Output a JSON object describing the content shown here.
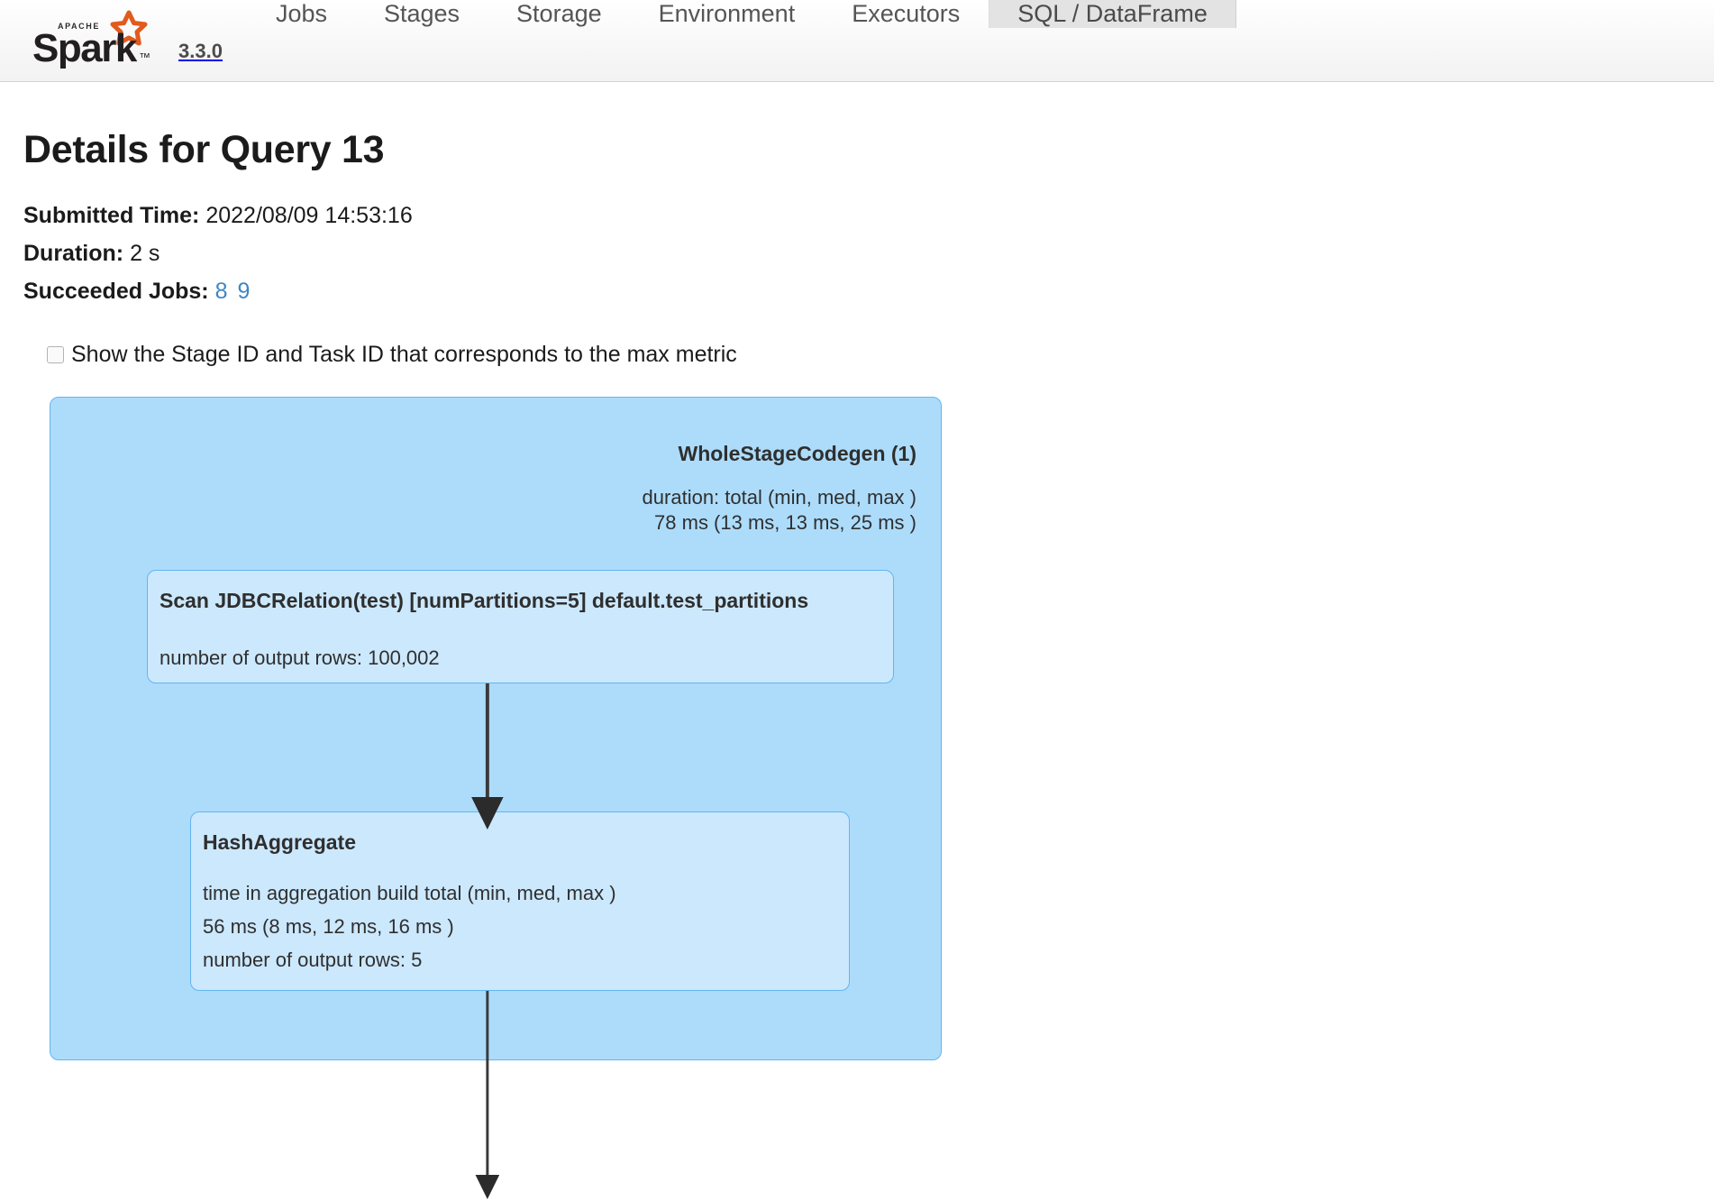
{
  "navbar": {
    "brand_alt": "Apache Spark",
    "version": "3.3.0",
    "tabs": [
      {
        "label": "Jobs",
        "active": false
      },
      {
        "label": "Stages",
        "active": false
      },
      {
        "label": "Storage",
        "active": false
      },
      {
        "label": "Environment",
        "active": false
      },
      {
        "label": "Executors",
        "active": false
      },
      {
        "label": "SQL / DataFrame",
        "active": true
      }
    ]
  },
  "page": {
    "title": "Details for Query 13",
    "meta": {
      "submitted_time_label": "Submitted Time:",
      "submitted_time_value": "2022/08/09 14:53:16",
      "duration_label": "Duration:",
      "duration_value": "2 s",
      "succeeded_jobs_label": "Succeeded Jobs:",
      "succeeded_jobs": [
        "8",
        "9"
      ]
    },
    "checkbox": {
      "label": "Show the Stage ID and Task ID that corresponds to the max metric",
      "checked": false
    }
  },
  "plan": {
    "cluster": {
      "title": "WholeStageCodegen (1)",
      "metrics": "duration: total (min, med, max )\n78 ms (13 ms, 13 ms, 25 ms )"
    },
    "nodes": [
      {
        "id": "scan",
        "title": "Scan JDBCRelation(test) [numPartitions=5] default.test_partitions",
        "metrics": "number of output rows: 100,002"
      },
      {
        "id": "hash-aggregate",
        "title": "HashAggregate",
        "metrics": "time in aggregation build total (min, med, max )\n56 ms (8 ms, 12 ms, 16 ms )\nnumber of output rows: 5"
      }
    ]
  },
  "colors": {
    "cluster_fill": "#ADDCFB",
    "node_fill": "#CCE8FD",
    "node_border": "#62b5ef",
    "link": "#3e86c8",
    "edge": "#333333",
    "active_tab_bg": "#e3e3e3"
  }
}
